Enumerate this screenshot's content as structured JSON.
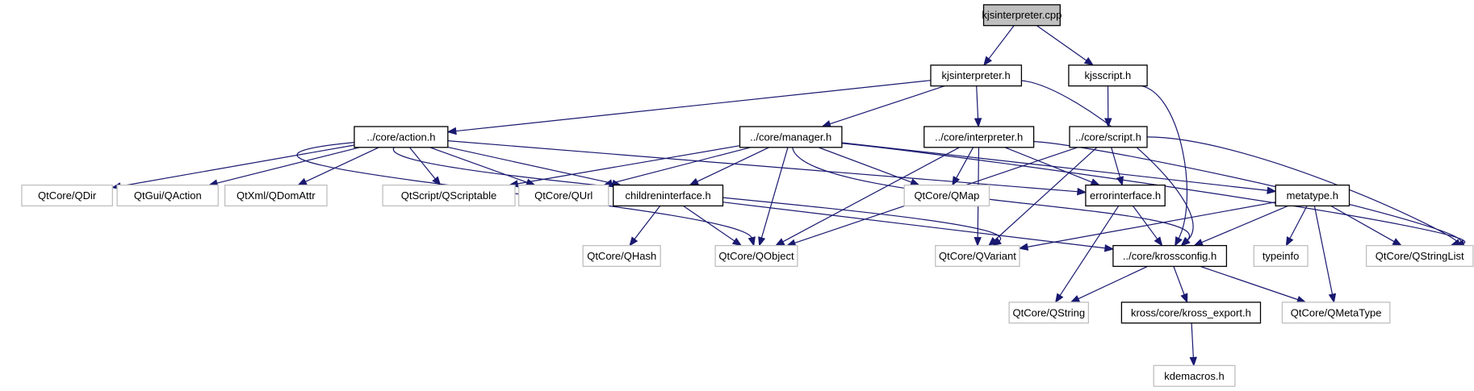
{
  "title": "kjsinterpreter.cpp include dependency graph",
  "colors": {
    "edge": "#191970",
    "root_fill": "#bfbfbf",
    "documented_border": "#000000",
    "external_border": "#bfbfbf",
    "background": "#ffffff"
  },
  "nodes": [
    {
      "id": "kjsinterpreter_cpp",
      "label": "kjsinterpreter.cpp",
      "kind": "root"
    },
    {
      "id": "kjsinterpreter_h",
      "label": "kjsinterpreter.h",
      "kind": "documented"
    },
    {
      "id": "kjsscript_h",
      "label": "kjsscript.h",
      "kind": "documented"
    },
    {
      "id": "action_h",
      "label": "../core/action.h",
      "kind": "documented"
    },
    {
      "id": "manager_h",
      "label": "../core/manager.h",
      "kind": "documented"
    },
    {
      "id": "interpreter_h",
      "label": "../core/interpreter.h",
      "kind": "documented"
    },
    {
      "id": "script_h",
      "label": "../core/script.h",
      "kind": "documented"
    },
    {
      "id": "qdir",
      "label": "QtCore/QDir",
      "kind": "external"
    },
    {
      "id": "qaction",
      "label": "QtGui/QAction",
      "kind": "external"
    },
    {
      "id": "qdomattr",
      "label": "QtXml/QDomAttr",
      "kind": "external"
    },
    {
      "id": "qscriptable",
      "label": "QtScript/QScriptable",
      "kind": "external"
    },
    {
      "id": "qurl",
      "label": "QtCore/QUrl",
      "kind": "external"
    },
    {
      "id": "childreninterface_h",
      "label": "childreninterface.h",
      "kind": "documented"
    },
    {
      "id": "qmap",
      "label": "QtCore/QMap",
      "kind": "external"
    },
    {
      "id": "errorinterface_h",
      "label": "errorinterface.h",
      "kind": "documented"
    },
    {
      "id": "metatype_h",
      "label": "metatype.h",
      "kind": "documented"
    },
    {
      "id": "qhash",
      "label": "QtCore/QHash",
      "kind": "external"
    },
    {
      "id": "qobject",
      "label": "QtCore/QObject",
      "kind": "external"
    },
    {
      "id": "qvariant",
      "label": "QtCore/QVariant",
      "kind": "external"
    },
    {
      "id": "krossconfig_h",
      "label": "../core/krossconfig.h",
      "kind": "documented"
    },
    {
      "id": "typeinfo",
      "label": "typeinfo",
      "kind": "external"
    },
    {
      "id": "qstringlist",
      "label": "QtCore/QStringList",
      "kind": "external"
    },
    {
      "id": "qstring",
      "label": "QtCore/QString",
      "kind": "external"
    },
    {
      "id": "kross_export_h",
      "label": "kross/core/kross_export.h",
      "kind": "documented"
    },
    {
      "id": "qmetatype",
      "label": "QtCore/QMetaType",
      "kind": "external"
    },
    {
      "id": "kdemacros_h",
      "label": "kdemacros.h",
      "kind": "external"
    }
  ],
  "edges": [
    {
      "from": "kjsinterpreter_cpp",
      "to": "kjsinterpreter_h"
    },
    {
      "from": "kjsinterpreter_cpp",
      "to": "kjsscript_h"
    },
    {
      "from": "kjsinterpreter_h",
      "to": "action_h"
    },
    {
      "from": "kjsinterpreter_h",
      "to": "manager_h"
    },
    {
      "from": "kjsinterpreter_h",
      "to": "interpreter_h"
    },
    {
      "from": "kjsinterpreter_h",
      "to": "krossconfig_h"
    },
    {
      "from": "kjsscript_h",
      "to": "script_h"
    },
    {
      "from": "kjsscript_h",
      "to": "krossconfig_h"
    },
    {
      "from": "action_h",
      "to": "qdir"
    },
    {
      "from": "action_h",
      "to": "qaction"
    },
    {
      "from": "action_h",
      "to": "qdomattr"
    },
    {
      "from": "action_h",
      "to": "qscriptable"
    },
    {
      "from": "action_h",
      "to": "qurl"
    },
    {
      "from": "action_h",
      "to": "childreninterface_h"
    },
    {
      "from": "action_h",
      "to": "errorinterface_h"
    },
    {
      "from": "action_h",
      "to": "qobject"
    },
    {
      "from": "action_h",
      "to": "qvariant"
    },
    {
      "from": "manager_h",
      "to": "qscriptable"
    },
    {
      "from": "manager_h",
      "to": "qurl"
    },
    {
      "from": "manager_h",
      "to": "childreninterface_h"
    },
    {
      "from": "manager_h",
      "to": "qmap"
    },
    {
      "from": "manager_h",
      "to": "qobject"
    },
    {
      "from": "manager_h",
      "to": "krossconfig_h"
    },
    {
      "from": "manager_h",
      "to": "metatype_h"
    },
    {
      "from": "manager_h",
      "to": "qstringlist"
    },
    {
      "from": "interpreter_h",
      "to": "qmap"
    },
    {
      "from": "interpreter_h",
      "to": "qobject"
    },
    {
      "from": "interpreter_h",
      "to": "qvariant"
    },
    {
      "from": "interpreter_h",
      "to": "errorinterface_h"
    },
    {
      "from": "interpreter_h",
      "to": "qstringlist"
    },
    {
      "from": "script_h",
      "to": "qobject"
    },
    {
      "from": "script_h",
      "to": "qvariant"
    },
    {
      "from": "script_h",
      "to": "errorinterface_h"
    },
    {
      "from": "script_h",
      "to": "qstringlist"
    },
    {
      "from": "childreninterface_h",
      "to": "qhash"
    },
    {
      "from": "childreninterface_h",
      "to": "qobject"
    },
    {
      "from": "childreninterface_h",
      "to": "krossconfig_h"
    },
    {
      "from": "errorinterface_h",
      "to": "krossconfig_h"
    },
    {
      "from": "errorinterface_h",
      "to": "qstring"
    },
    {
      "from": "metatype_h",
      "to": "qvariant"
    },
    {
      "from": "metatype_h",
      "to": "krossconfig_h"
    },
    {
      "from": "metatype_h",
      "to": "typeinfo"
    },
    {
      "from": "metatype_h",
      "to": "qstringlist"
    },
    {
      "from": "metatype_h",
      "to": "qmetatype"
    },
    {
      "from": "krossconfig_h",
      "to": "qstring"
    },
    {
      "from": "krossconfig_h",
      "to": "kross_export_h"
    },
    {
      "from": "krossconfig_h",
      "to": "qmetatype"
    },
    {
      "from": "kross_export_h",
      "to": "kdemacros_h"
    }
  ]
}
